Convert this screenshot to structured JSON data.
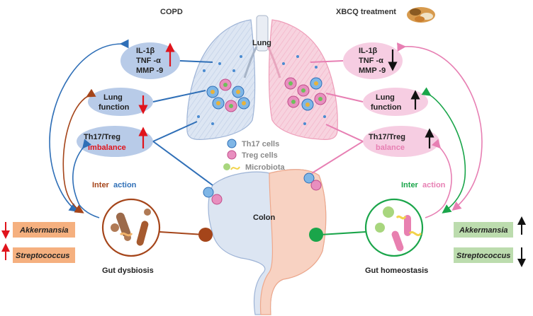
{
  "header": {
    "left": "COPD",
    "right": "XBCQ treatment"
  },
  "organs": {
    "lung": "Lung",
    "colon": "Colon"
  },
  "legend": {
    "th17": "Th17 cells",
    "treg": "Treg cells",
    "microbiota": "Microbiota"
  },
  "left": {
    "cytokines": [
      "IL-1β",
      "TNF -α",
      "MMP -9"
    ],
    "lung_function": [
      "Lung",
      "function"
    ],
    "th17": "Th17/Treg",
    "th17_state": "imbalance",
    "interaction_a": "Inter",
    "interaction_b": "action",
    "gut": "Gut dysbiosis",
    "bacteria": [
      "Akkermansia",
      "Streptococcus"
    ]
  },
  "right": {
    "cytokines": [
      "IL-1β",
      "TNF -α",
      "MMP -9"
    ],
    "lung_function": [
      "Lung",
      "function"
    ],
    "th17": "Th17/Treg",
    "th17_state": "balance",
    "interaction_a": "Inter",
    "interaction_b": "action",
    "gut": "Gut homeostasis",
    "bacteria": [
      "Akkermansia",
      "Streptococcus"
    ]
  },
  "colors": {
    "copd_arrow": "#e0141c",
    "treat_arrow": "#111111",
    "blue": "#2f6fb7",
    "brown": "#a5451a",
    "pink": "#e77fb3",
    "green": "#1aa54a",
    "left_node": "#b8cbe8",
    "right_node": "#f6cde2",
    "orange_box": "#f5b07f",
    "green_box": "#bcdcae"
  }
}
